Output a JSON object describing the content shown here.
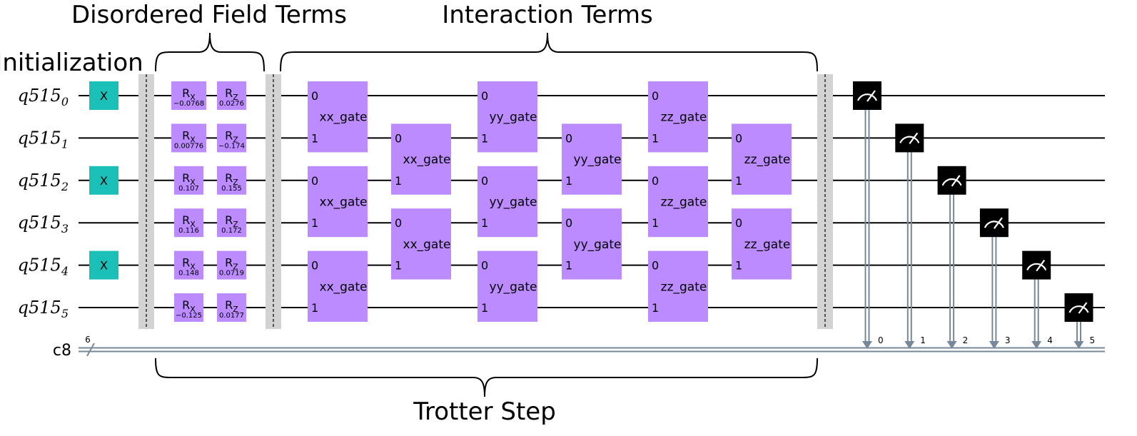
{
  "annotations": {
    "initialization": "Initialization",
    "disordered_field_terms": "Disordered Field Terms",
    "interaction_terms": "Interaction Terms",
    "trotter_step": "Trotter Step"
  },
  "register": {
    "qubit_name": "q515",
    "qubits": [
      "0",
      "1",
      "2",
      "3",
      "4",
      "5"
    ],
    "classical_name": "c8",
    "classical_width": "6"
  },
  "init_gates": {
    "label": "X",
    "qubits": [
      0,
      2,
      4
    ],
    "color": "#1abfb8"
  },
  "field_terms": {
    "rx_label": "R",
    "rx_sub": "X",
    "rz_label": "R",
    "rz_sub": "Z",
    "rx_params": [
      "−0.0768",
      "0.00776",
      "0.107",
      "0.116",
      "0.148",
      "−0.125"
    ],
    "rz_params": [
      "0.0276",
      "−0.174",
      "0.155",
      "0.172",
      "0.0719",
      "0.0177"
    ],
    "color": "#bb8bff"
  },
  "interaction_gates": {
    "color": "#bb8bff",
    "port_labels": [
      "0",
      "1"
    ],
    "layers": [
      {
        "name": "xx_gate",
        "pairs": [
          0,
          2,
          4
        ]
      },
      {
        "name": "xx_gate",
        "pairs": [
          1,
          3
        ]
      },
      {
        "name": "yy_gate",
        "pairs": [
          0,
          2,
          4
        ]
      },
      {
        "name": "yy_gate",
        "pairs": [
          1,
          3
        ]
      },
      {
        "name": "zz_gate",
        "pairs": [
          0,
          2,
          4
        ]
      },
      {
        "name": "zz_gate",
        "pairs": [
          1,
          3
        ]
      }
    ]
  },
  "measurements": {
    "bits": [
      "0",
      "1",
      "2",
      "3",
      "4",
      "5"
    ],
    "box_color": "#000000",
    "wire_color": "#778899"
  },
  "barrier_color": "#d3d3d3"
}
